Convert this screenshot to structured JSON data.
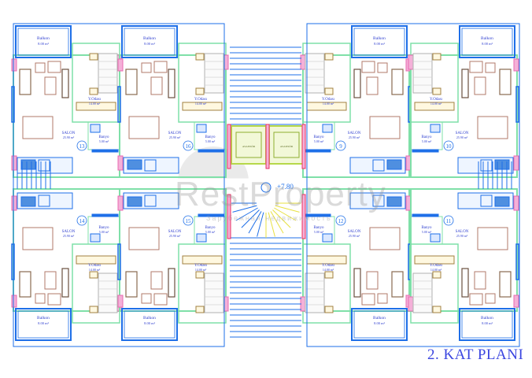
{
  "title": "2. KAT PLANI",
  "elevation": "+7.80",
  "watermark": "RestProperty",
  "watermark_sub": "Зарубежная недвижимость",
  "elevator_label": "ASANSÖR",
  "colors": {
    "wall": "#7fe0a8",
    "blue": "#1e6fe8",
    "furniture": "#b07a6a",
    "window": "#e86ab0",
    "elevator": "#b6d84a",
    "stair_yellow": "#e8e040",
    "text": "#3040d0"
  },
  "rooms": {
    "balkon": {
      "name": "Balkon",
      "area": "8.00 m²"
    },
    "yatak": {
      "name": "Y.Odası",
      "area": "14.00 m²"
    },
    "salon": {
      "name": "SALON",
      "area": "25.90 m²"
    },
    "banyo": {
      "name": "Banyo",
      "area": "5.00 m²"
    }
  },
  "units": [
    {
      "number": "13"
    },
    {
      "number": "16"
    },
    {
      "number": "9"
    },
    {
      "number": "10"
    },
    {
      "number": "14"
    },
    {
      "number": "15"
    },
    {
      "number": "12"
    },
    {
      "number": "11"
    }
  ]
}
